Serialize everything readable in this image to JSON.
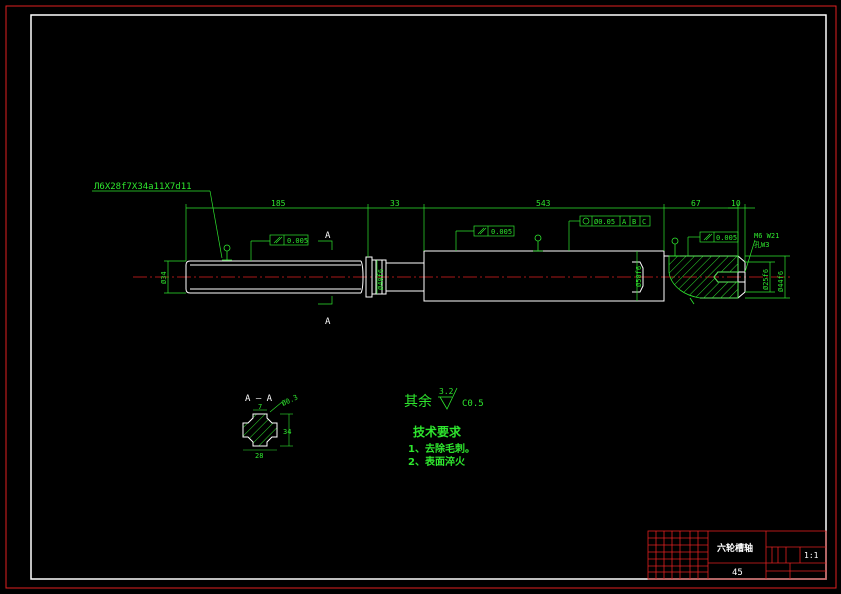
{
  "colors": {
    "background": "#000000",
    "outline": "#ffffff",
    "dimension": "#2ee62e",
    "border": "#e02020",
    "centerline": "#e02020",
    "title_block": "#e02020"
  },
  "spline_callout": "Л6X28f7X34a11X7d11",
  "dimensions": {
    "d185": "185",
    "d33": "33",
    "d543": "543",
    "d67": "67",
    "d10": "10",
    "dia34": "Ø34",
    "dia40": "Ø40f6",
    "dia50": "Ø50f6",
    "dia25": "Ø25f6",
    "dia44": "Ø44f6"
  },
  "tolerance_frames": {
    "runout1": "0.005",
    "runout2": "0.005",
    "position": "Ø0.05",
    "datums": [
      "A",
      "B",
      "C"
    ],
    "runout3": "0.005"
  },
  "section_marks": {
    "label_top": "A",
    "label_bottom": "A"
  },
  "thread_note": {
    "line1": "M6 W21",
    "line2": "孔W3"
  },
  "section_view": {
    "title": "A — A",
    "dim_top": "7",
    "dim_side": "34",
    "dim_bottom": "28",
    "dim_corner": "Ø0.3"
  },
  "surface_note": {
    "prefix": "其余",
    "roughness": "3.2",
    "suffix": "C0.5"
  },
  "tech_requirements": {
    "title": "技术要求",
    "items": [
      "1、去除毛刺。",
      "2、表面淬火"
    ]
  },
  "title_block": {
    "part_name": "六轮槽轴",
    "scale": "1:1",
    "material": "45"
  }
}
